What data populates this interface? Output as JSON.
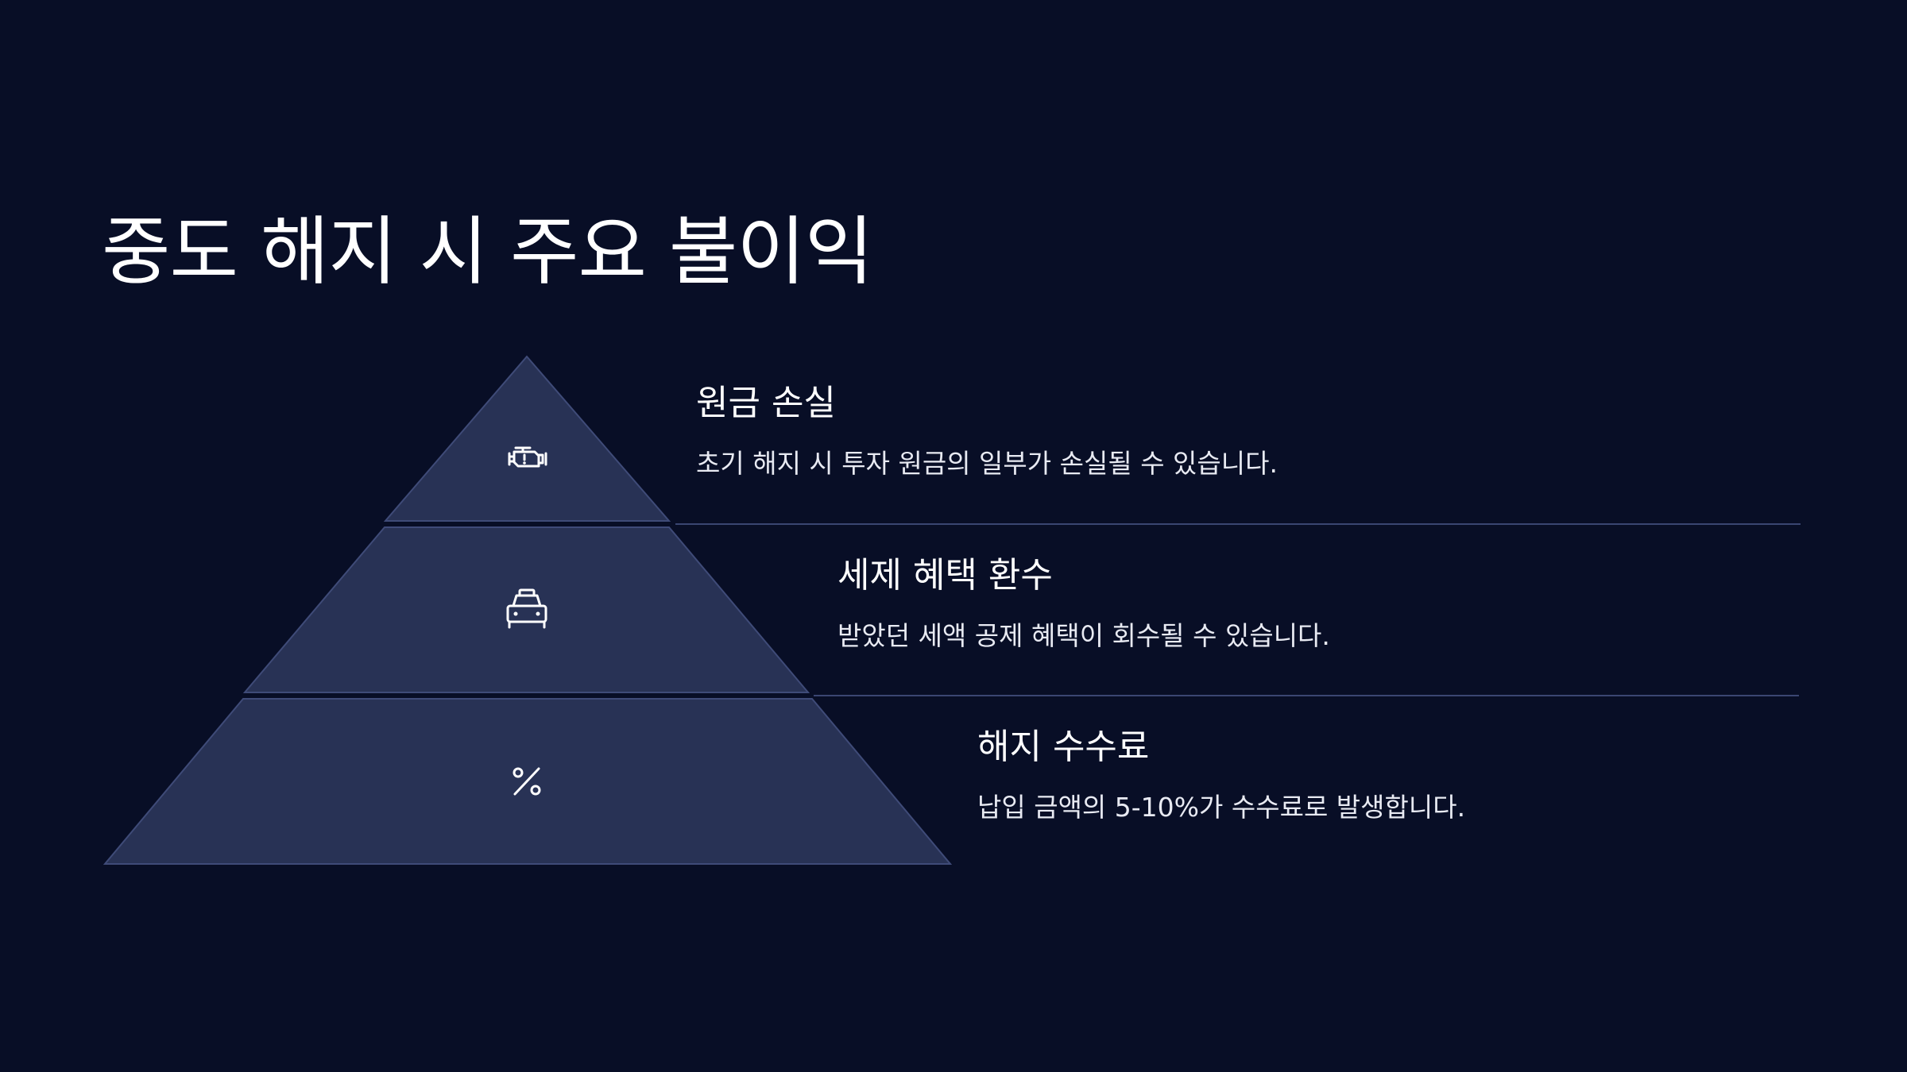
{
  "slide": {
    "title": "중도 해지 시 주요 불이익"
  },
  "tiers": [
    {
      "heading": "원금 손실",
      "description": "초기 해지 시 투자 원금의 일부가 손실될 수 있습니다.",
      "icon": "engine-warning-icon"
    },
    {
      "heading": "세제 혜택 환수",
      "description": "받았던 세액 공제 혜택이 회수될 수 있습니다.",
      "icon": "taxi-icon"
    },
    {
      "heading": "해지 수수료",
      "description": "납입 금액의 5-10%가 수수료로 발생합니다.",
      "icon": "percent-icon"
    }
  ],
  "colors": {
    "background": "#080e26",
    "tier_fill": "#283255",
    "divider": "#3a4672",
    "text": "#ffffff"
  }
}
